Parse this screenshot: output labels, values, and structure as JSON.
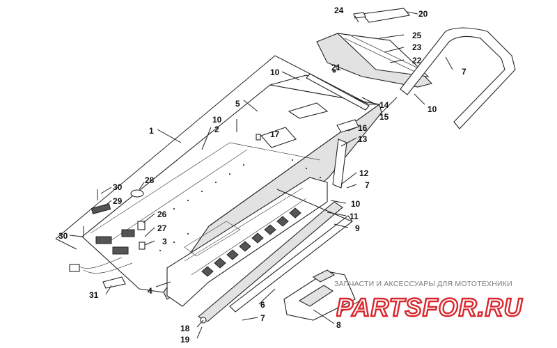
{
  "callouts": {
    "c1": "1",
    "c2": "2",
    "c3": "3",
    "c4": "4",
    "c5": "5",
    "c6": "6",
    "c7a": "7",
    "c7b": "7",
    "c7c": "7",
    "c7d": "7",
    "c8": "8",
    "c9": "9",
    "c10a": "10",
    "c10b": "10",
    "c10c": "10",
    "c10d": "10",
    "c11": "11",
    "c12": "12",
    "c13": "13",
    "c14": "14",
    "c15": "15",
    "c16": "16",
    "c17": "17",
    "c18": "18",
    "c19": "19",
    "c20": "20",
    "c21": "21",
    "c22": "22",
    "c23": "23",
    "c24": "24",
    "c25": "25",
    "c26": "26",
    "c27": "27",
    "c28": "28",
    "c29": "29",
    "c30a": "30",
    "c30b": "30",
    "c31": "31"
  },
  "watermark": {
    "caption": "ЗАПЧАСТИ И АКСЕССУАРЫ ДЛЯ МОТОТЕХНИКИ",
    "logo": "PARTSFOR.RU"
  },
  "colors": {
    "logo_red": "#d8262c",
    "line": "#222222",
    "watermark_gray": "#7a7a7a"
  }
}
